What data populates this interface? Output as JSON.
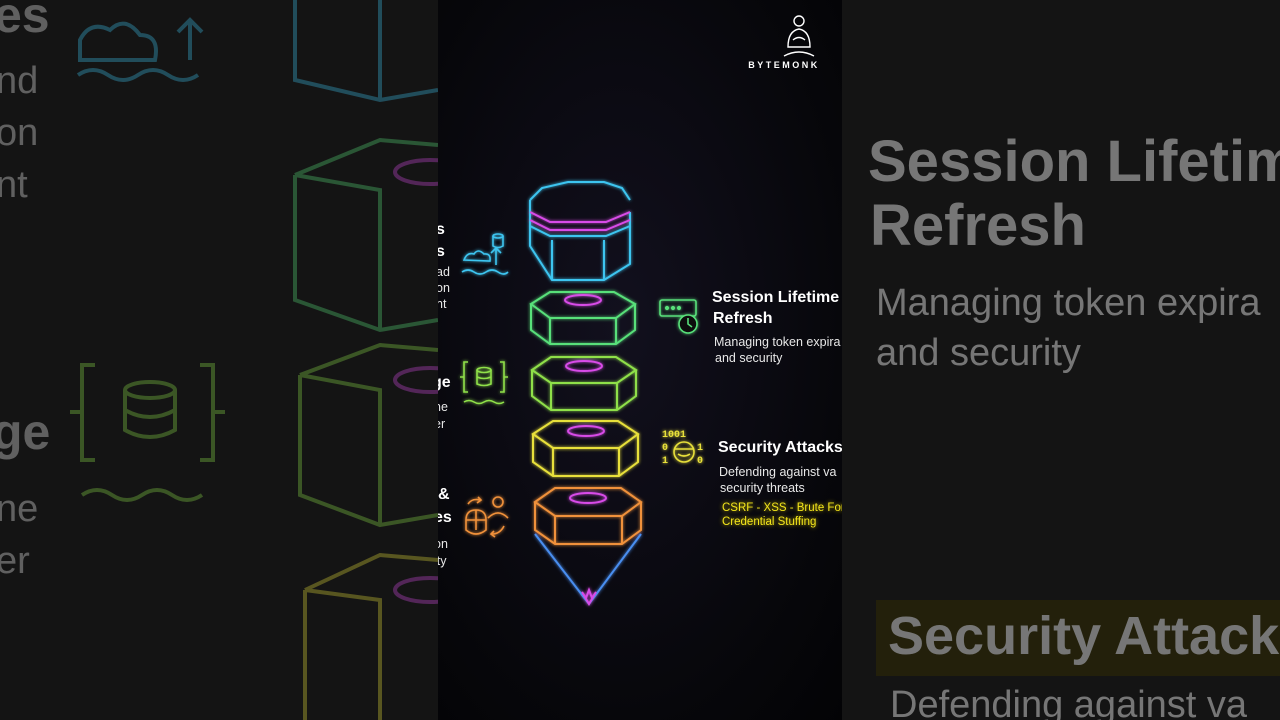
{
  "brand": {
    "name": "BYTEMONK"
  },
  "diagram": {
    "layers": [
      {
        "color": "#3ec5f0"
      },
      {
        "color": "#58e07a"
      },
      {
        "color": "#8fe04a"
      },
      {
        "color": "#e8e03a"
      },
      {
        "color": "#f0913a"
      }
    ],
    "accent_magenta": "#d84ce8",
    "cone_color": "#4a8ef0"
  },
  "center_left_fragments": {
    "block1": {
      "line1": "s",
      "line2": "s",
      "line3": "ad",
      "line4": "on",
      "line5": "nt"
    },
    "block2": {
      "line1": "ge",
      "line2": "ne",
      "line3": "er"
    },
    "block3": {
      "line1": "&",
      "line2": "es",
      "line3": "on",
      "line4": "ity"
    }
  },
  "session_card": {
    "title_line1": "Session Lifetime",
    "title_line2": "Refresh",
    "desc_line1": "Managing token expira",
    "desc_line2": "and security",
    "icon": "session-timer-icon",
    "icon_color": "#58e07a"
  },
  "security_card": {
    "title": "Security Attacks",
    "desc_line1": "Defending against va",
    "desc_line2": "security threats",
    "tags_line1": "CSRF - XSS - Brute Forc",
    "tags_line2": "Credential Stuffing",
    "icon": "hacker-binary-icon",
    "icon_color": "#e8e03a"
  },
  "bg_left_fragments": {
    "line1": "es",
    "line2": "nd",
    "line3": "on",
    "line4": "nt",
    "line5": "ge",
    "line6": "ne",
    "line7": "er"
  },
  "bg_right": {
    "title_line1": "Session Lifetime",
    "title_line2": "Refresh",
    "desc_line1": "Managing token expira",
    "desc_line2": "and security",
    "title2": "Security Attacks",
    "desc2": "Defending against va"
  }
}
